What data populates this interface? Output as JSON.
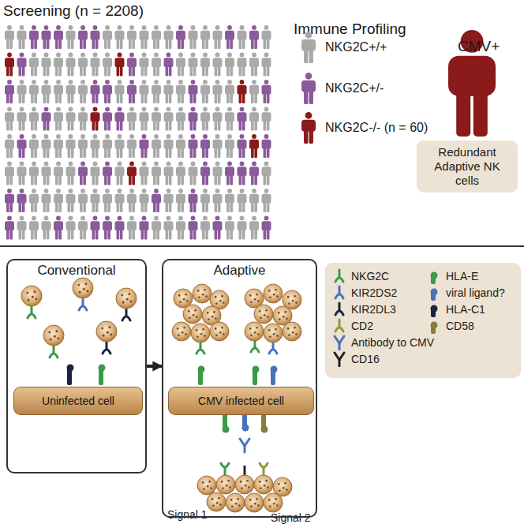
{
  "diagram": {
    "nodes": [
      {
        "text": [
          "Redundant Adaptive NK cells"
        ]
      },
      {
        "text": [
          "Conventional"
        ]
      },
      {
        "text": [
          "Uninfected cell"
        ],
        "in": 1
      },
      {
        "text": [
          "Adaptive"
        ]
      },
      {
        "text": [
          "CMV infected cell"
        ],
        "in": 3
      }
    ],
    "edges": [
      {
        "from": 1,
        "to": 3,
        "arrow": "to"
      }
    ],
    "labels": [
      "Screening (n = 2208)",
      "Immune Profiling",
      "CMV+",
      "Signal 1",
      "Signal 2"
    ],
    "legend": [
      {
        "text": "NKG2C+/+",
        "color": "#a9a9a9"
      },
      {
        "text": "NKG2C+/-",
        "color": "#8b5a9b"
      },
      {
        "text": "NKG2C-/- (n = 60)",
        "color": "#8b1a1a"
      },
      {
        "text": "NKG2C"
      },
      {
        "text": "HLA-E"
      },
      {
        "text": "KIR2DS2"
      },
      {
        "text": "viral ligand?"
      },
      {
        "text": "KIR2DL3"
      },
      {
        "text": "HLA-C1"
      },
      {
        "text": "CD2"
      },
      {
        "text": "CD58"
      },
      {
        "text": "Antibody to CMV"
      },
      {
        "text": "CD16"
      }
    ]
  }
}
